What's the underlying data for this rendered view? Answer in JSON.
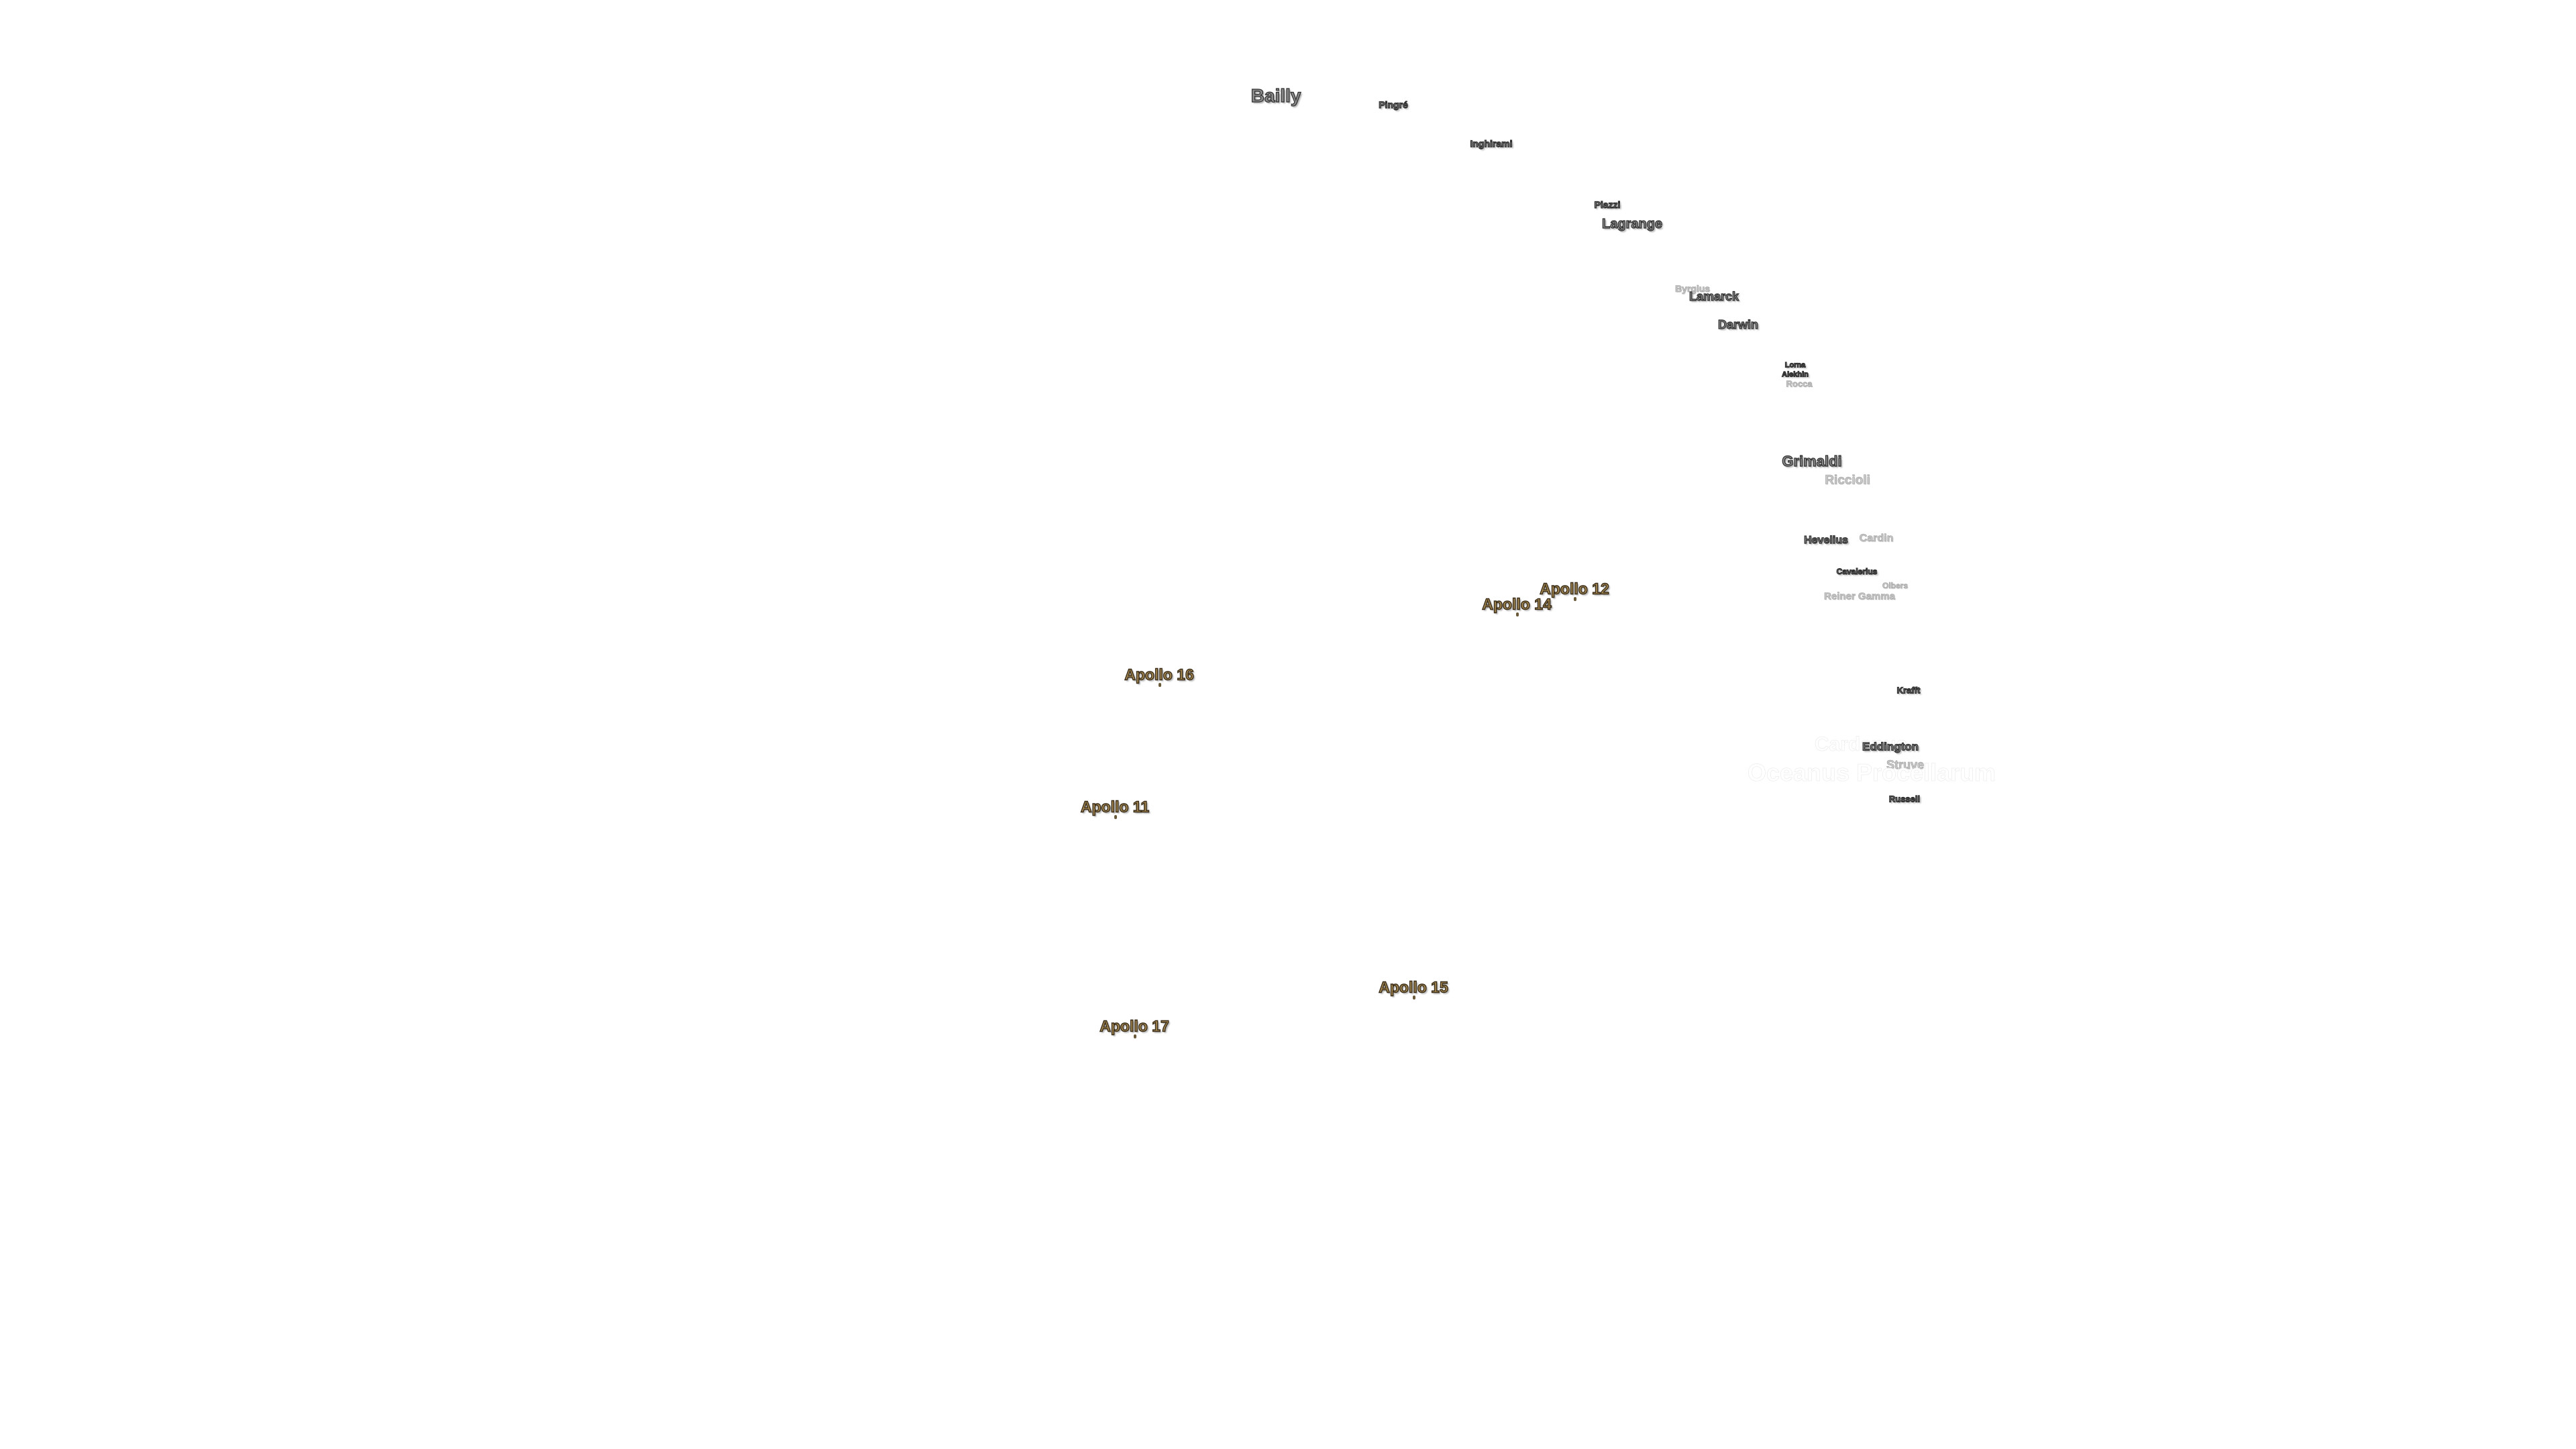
{
  "map": {
    "craters": [
      {
        "name": "Bailly",
        "style": "normal"
      },
      {
        "name": "Pingré",
        "style": "normal"
      },
      {
        "name": "Inghirami",
        "style": "normal"
      },
      {
        "name": "Piazzi",
        "style": "normal"
      },
      {
        "name": "Lagrange",
        "style": "normal"
      },
      {
        "name": "Byrgius",
        "style": "faint"
      },
      {
        "name": "Lamarck",
        "style": "normal"
      },
      {
        "name": "Darwin",
        "style": "normal"
      },
      {
        "name": "Lorna",
        "style": "normal"
      },
      {
        "name": "Alekhin",
        "style": "normal"
      },
      {
        "name": "Rocca",
        "style": "faint"
      },
      {
        "name": "Grimaldi",
        "style": "normal"
      },
      {
        "name": "Riccioli",
        "style": "faint"
      },
      {
        "name": "Hevelius",
        "style": "normal"
      },
      {
        "name": "Cardin",
        "style": "faint"
      },
      {
        "name": "Cavalerius",
        "style": "normal"
      },
      {
        "name": "Olbers",
        "style": "faint"
      },
      {
        "name": "Reiner Gamma",
        "style": "faint"
      },
      {
        "name": "Krafft",
        "style": "normal"
      },
      {
        "name": "Cardanus",
        "style": "ghost"
      },
      {
        "name": "Eddington",
        "style": "normal"
      },
      {
        "name": "Struve",
        "style": "faint"
      },
      {
        "name": "Oceanus Procellarum",
        "style": "ghost"
      },
      {
        "name": "Russell",
        "style": "normal"
      }
    ],
    "landing_sites": [
      {
        "name": "Apollo 12"
      },
      {
        "name": "Apollo 14"
      },
      {
        "name": "Apollo 16"
      },
      {
        "name": "Apollo 11"
      },
      {
        "name": "Apollo 15"
      },
      {
        "name": "Apollo 17"
      }
    ],
    "colors": {
      "crater_fill": "#8a8a8a",
      "crater_outline": "#2f2f2f",
      "apollo_fill": "#a88a52",
      "apollo_outline": "#3a2e1a",
      "background": "#ffffff"
    }
  }
}
